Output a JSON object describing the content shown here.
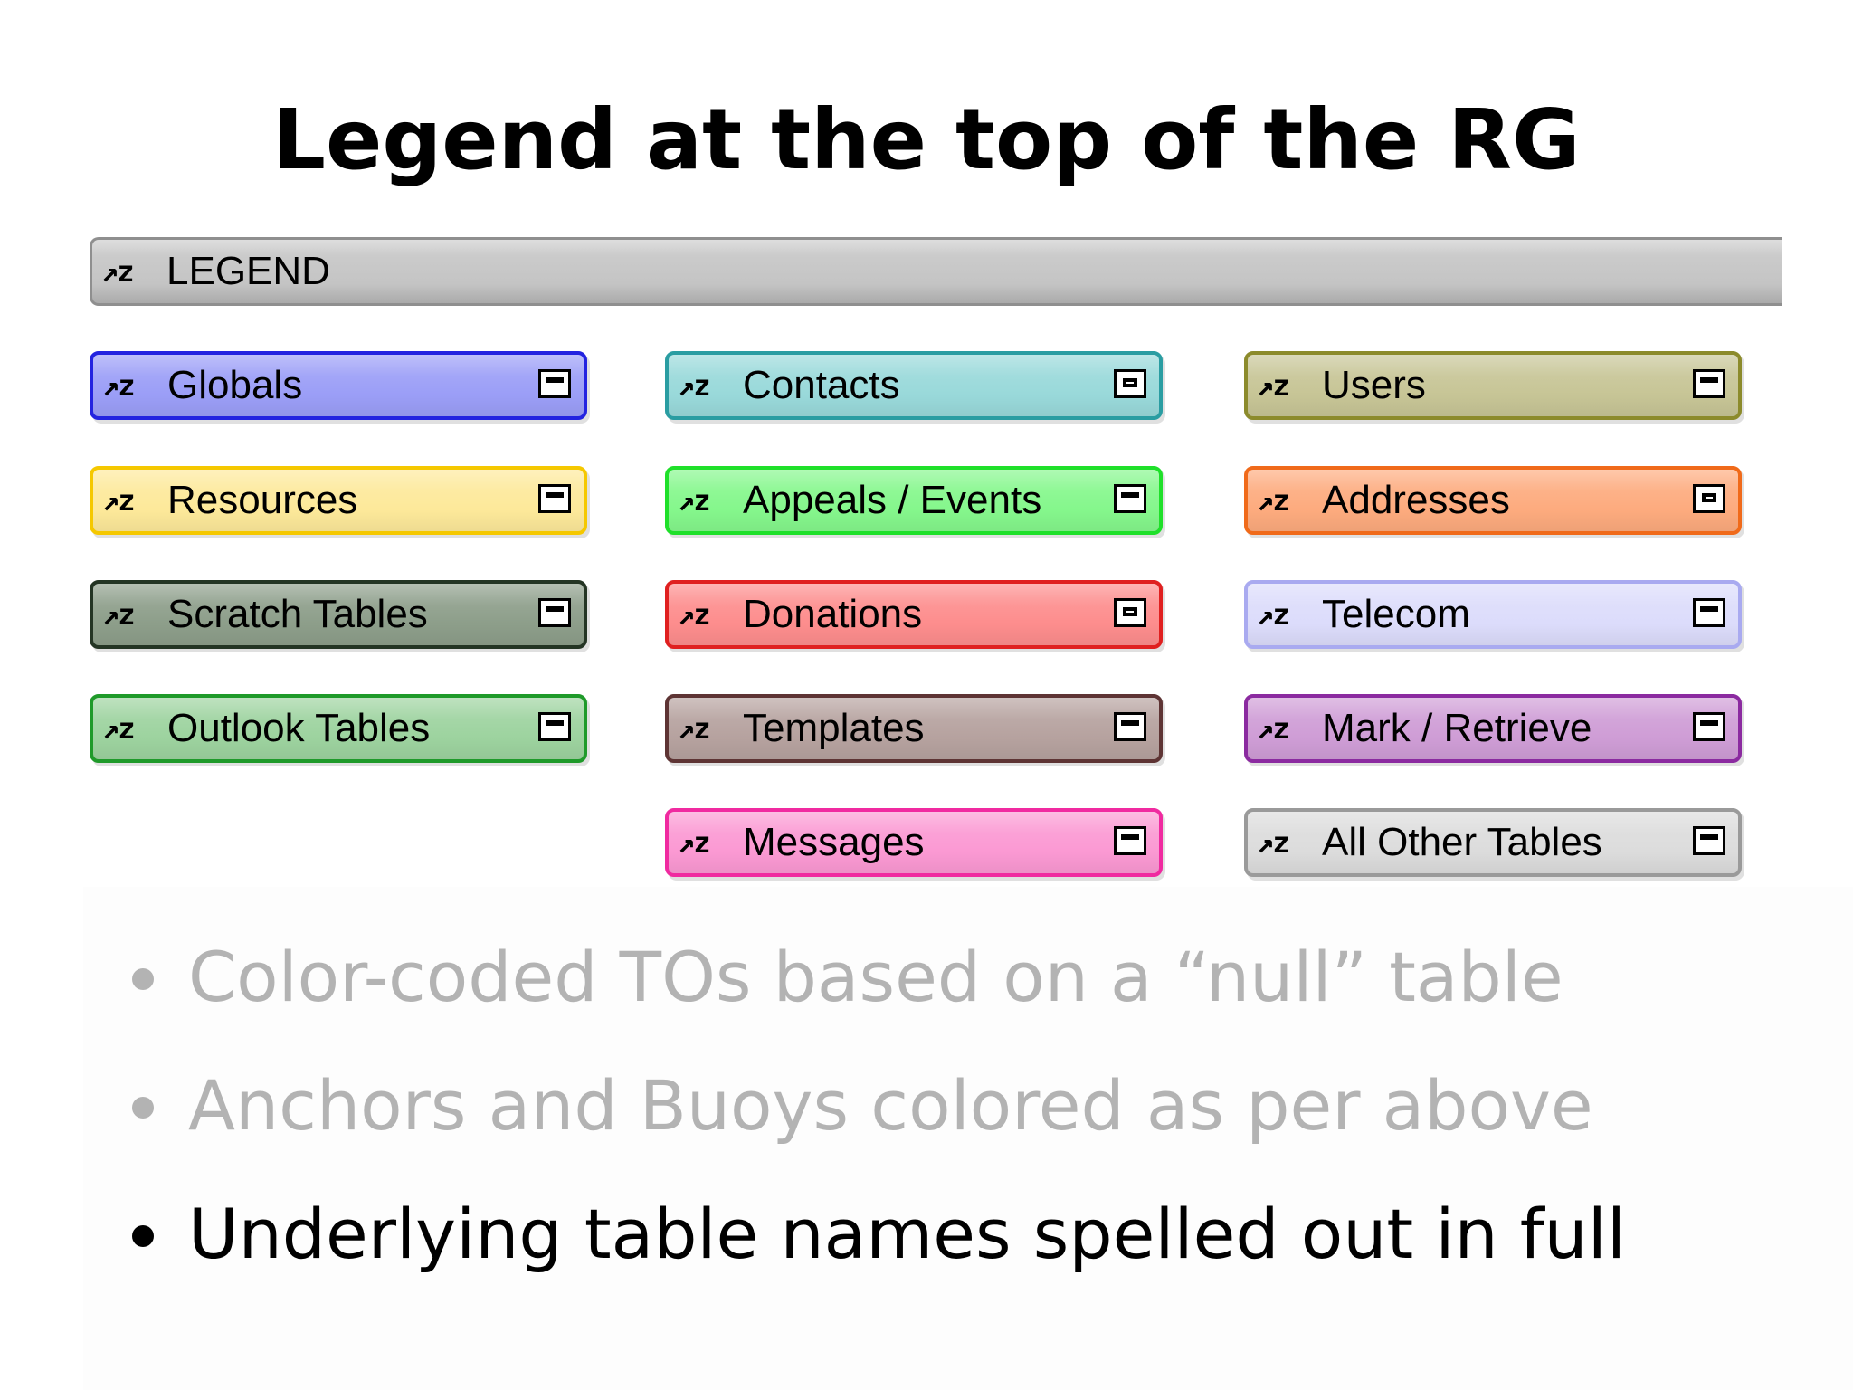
{
  "slide": {
    "title": "Legend at the top of the RG"
  },
  "legend": {
    "sort_icon": "↗z",
    "label": "LEGEND"
  },
  "table_occurrences": [
    {
      "name": "globals",
      "label": "Globals",
      "sort_icon": "↗z",
      "fill": "#9b9ef7",
      "border": "#2323e0",
      "icon": "minimize-icon"
    },
    {
      "name": "resources",
      "label": "Resources",
      "sort_icon": "↗z",
      "fill": "#fde99a",
      "border": "#f5c800",
      "icon": "minimize-icon"
    },
    {
      "name": "scratch-tables",
      "label": "Scratch Tables",
      "sort_icon": "↗z",
      "fill": "#8d9e8a",
      "border": "#243524",
      "icon": "minimize-icon"
    },
    {
      "name": "outlook-tables",
      "label": "Outlook Tables",
      "sort_icon": "↗z",
      "fill": "#9dd39f",
      "border": "#1f9a2a",
      "icon": "minimize-icon"
    },
    {
      "name": "contacts",
      "label": "Contacts",
      "sort_icon": "↗z",
      "fill": "#99d9da",
      "border": "#2a9da2",
      "icon": "restore-icon"
    },
    {
      "name": "appeals-events",
      "label": "Appeals / Events",
      "sort_icon": "↗z",
      "fill": "#85f78c",
      "border": "#1fe02a",
      "icon": "minimize-icon"
    },
    {
      "name": "donations",
      "label": "Donations",
      "sort_icon": "↗z",
      "fill": "#fd8d8d",
      "border": "#e02020",
      "icon": "restore-icon"
    },
    {
      "name": "templates",
      "label": "Templates",
      "sort_icon": "↗z",
      "fill": "#b6a29f",
      "border": "#5e3434",
      "icon": "minimize-icon"
    },
    {
      "name": "messages",
      "label": "Messages",
      "sort_icon": "↗z",
      "fill": "#fb99d3",
      "border": "#f02aa0",
      "icon": "minimize-icon"
    },
    {
      "name": "users",
      "label": "Users",
      "sort_icon": "↗z",
      "fill": "#c7c596",
      "border": "#8c8b2c",
      "icon": "minimize-icon"
    },
    {
      "name": "addresses",
      "label": "Addresses",
      "sort_icon": "↗z",
      "fill": "#fdab7e",
      "border": "#f06a1a",
      "icon": "restore-icon"
    },
    {
      "name": "telecom",
      "label": "Telecom",
      "sort_icon": "↗z",
      "fill": "#dcdcfb",
      "border": "#a9aaf0",
      "icon": "minimize-icon"
    },
    {
      "name": "mark-retrieve",
      "label": "Mark / Retrieve",
      "sort_icon": "↗z",
      "fill": "#cf9dd6",
      "border": "#8b2aa0",
      "icon": "minimize-icon"
    },
    {
      "name": "all-other-tables",
      "label": "All Other Tables",
      "sort_icon": "↗z",
      "fill": "#dcdcdc",
      "border": "#9a9a9a",
      "icon": "minimize-icon"
    }
  ],
  "bullets": [
    {
      "text": "Color-coded TOs based on a “null” table",
      "color": "#b3b3b3"
    },
    {
      "text": "Anchors and Buoys colored as per above",
      "color": "#b3b3b3"
    },
    {
      "text": "Underlying table names spelled out in full",
      "color": "#000000"
    }
  ]
}
